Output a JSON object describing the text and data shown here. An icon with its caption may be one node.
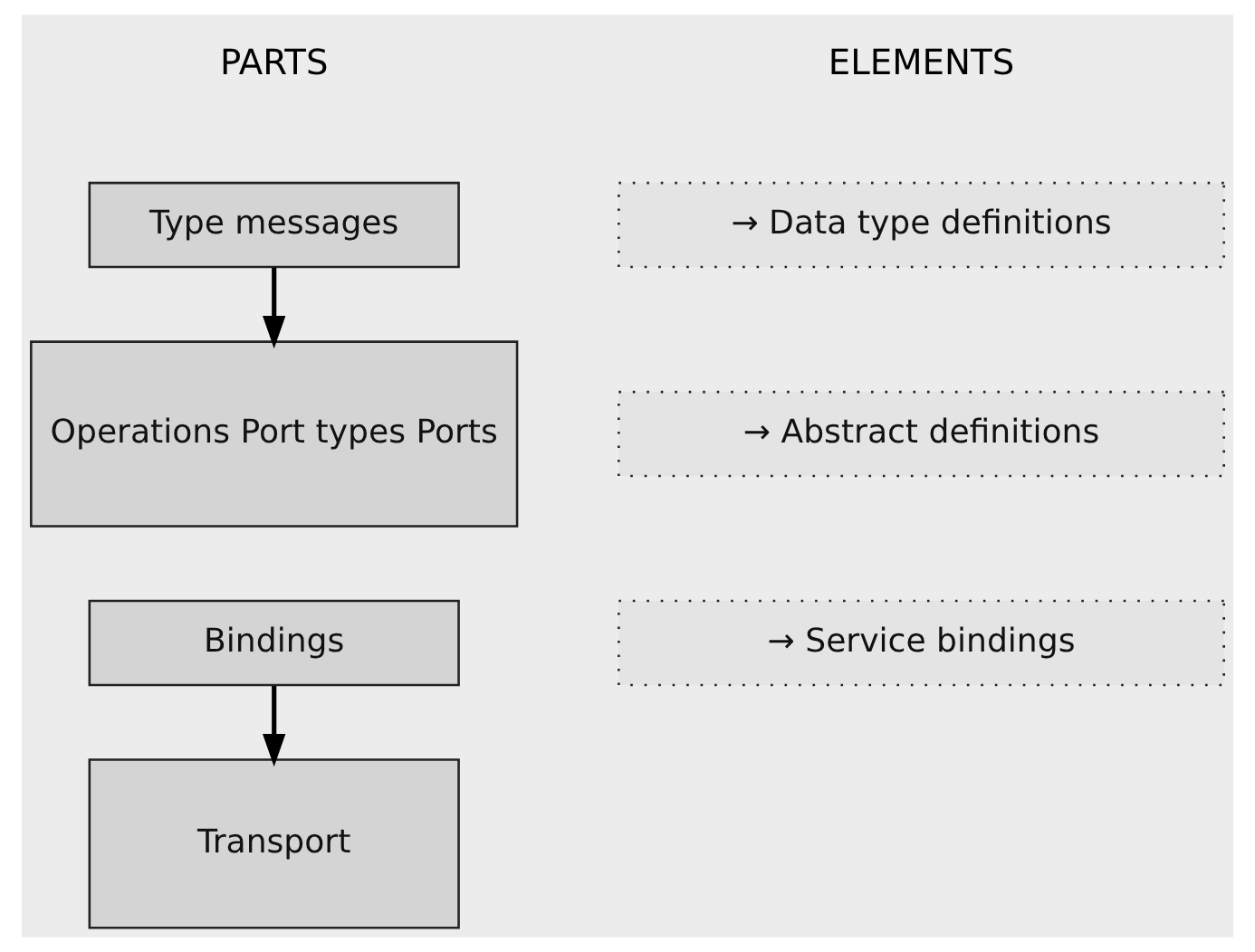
{
  "diagram": {
    "nodes": [
      {
        "text": [
          "Type messages"
        ]
      },
      {
        "text": [
          "Operations Port types Ports"
        ]
      },
      {
        "text": [
          "→ Data type definitions"
        ]
      },
      {
        "text": [
          "→ Abstract definitions"
        ]
      },
      {
        "text": [
          "Bindings"
        ]
      },
      {
        "text": [
          "→ Service bindings"
        ]
      },
      {
        "text": [
          "Transport"
        ]
      }
    ],
    "edges": [
      {
        "from": 0,
        "to": 1,
        "arrow": "to"
      },
      {
        "from": 4,
        "to": 6,
        "arrow": "to"
      }
    ],
    "labels": [
      "PARTS",
      "ELEMENTS"
    ]
  }
}
